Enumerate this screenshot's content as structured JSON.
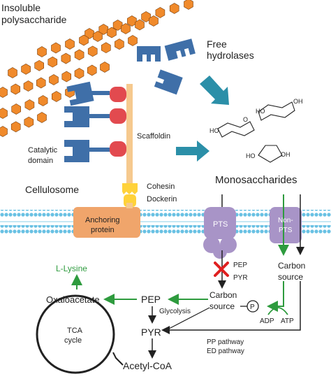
{
  "colors": {
    "hexagon": "#f08a2b",
    "hexagon_stroke": "#7a3f0c",
    "enzyme_blue": "#3f6fa8",
    "dockerin_red": "#e24a4f",
    "scaffoldin": "#f6c98e",
    "cohesin_yellow": "#ffd23a",
    "anchor": "#f0a56b",
    "membrane_blue": "#69c1e3",
    "transporter": "#a894c7",
    "teal_arrow": "#2b8fa8",
    "green_arrow": "#2e9b3e",
    "block_red": "#e02020"
  },
  "labels": {
    "insoluble": "Insoluble",
    "polysaccharide": "polysaccharide",
    "free": "Free",
    "hydrolases": "hydrolases",
    "scaffoldin": "Scaffoldin",
    "catalytic": "Catalytic",
    "domain": "domain",
    "cellulosome": "Cellulosome",
    "cohesin": "Cohesin",
    "dockerin": "Dockerin",
    "monosaccharides": "Monosaccharides",
    "anchoring": "Anchoring",
    "protein": "protein",
    "pts": "PTS",
    "non_pts_1": "Non-",
    "non_pts_2": "PTS",
    "lysine": "L-Lysine",
    "oxaloacetate": "Oxaloacetate",
    "pep": "PEP",
    "pyr": "PYR",
    "acetyl_coa": "Acetyl-CoA",
    "tca_1": "TCA",
    "tca_2": "cycle",
    "glycolysis": "Glycolysis",
    "carbon_1": "Carbon",
    "carbon_2": "source",
    "carbon_source_right_1": "Carbon",
    "carbon_source_right_2": "source",
    "pep_small": "PEP",
    "pyr_small": "PYR",
    "phospho": "P",
    "adp": "ADP",
    "atp": "ATP",
    "pp_pathway": "PP pathway",
    "ed_pathway": "ED pathway",
    "ho": "HO",
    "oh": "OH",
    "o": "O"
  }
}
